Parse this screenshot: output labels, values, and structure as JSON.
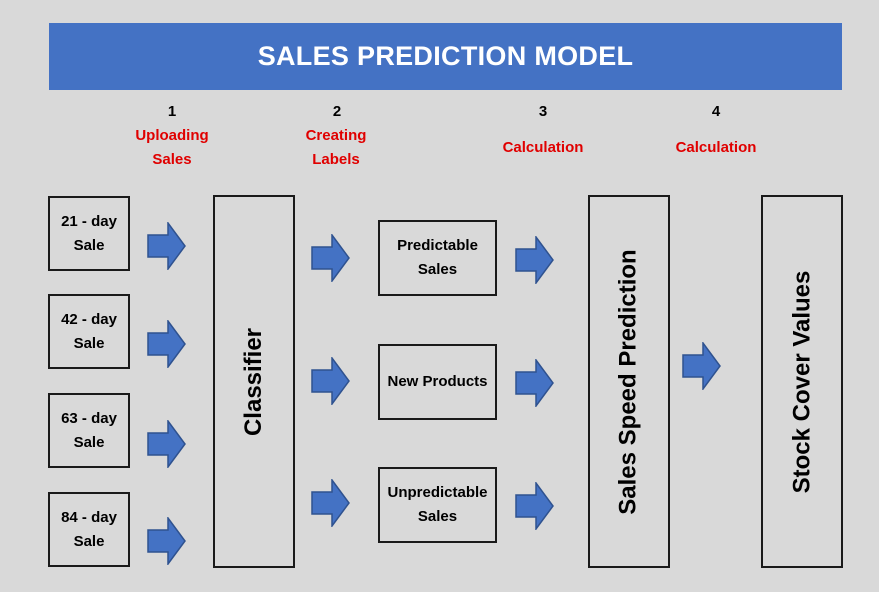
{
  "title": "SALES PREDICTION MODEL",
  "steps": [
    {
      "number": "1",
      "label_line1": "Uploading",
      "label_line2": "Sales"
    },
    {
      "number": "2",
      "label_line1": "Creating",
      "label_line2": "Labels"
    },
    {
      "number": "3",
      "label": "Calculation"
    },
    {
      "number": "4",
      "label": "Calculation"
    }
  ],
  "inputs": [
    {
      "line1": "21 - day",
      "line2": "Sale"
    },
    {
      "line1": "42 - day",
      "line2": "Sale"
    },
    {
      "line1": "63 - day",
      "line2": "Sale"
    },
    {
      "line1": "84 - day",
      "line2": "Sale"
    }
  ],
  "classifier": "Classifier",
  "categories": [
    {
      "line1": "Predictable",
      "line2": "Sales"
    },
    {
      "line1": "New Products",
      "line2": ""
    },
    {
      "line1": "Unpredictable",
      "line2": "Sales"
    }
  ],
  "sales_speed": "Sales Speed Prediction",
  "stock_cover": "Stock Cover Values",
  "colors": {
    "banner": "#4472c4",
    "arrow_fill": "#4472c4",
    "arrow_stroke": "#2f528f",
    "step_label": "#e00000",
    "background": "#d9d9d9"
  }
}
